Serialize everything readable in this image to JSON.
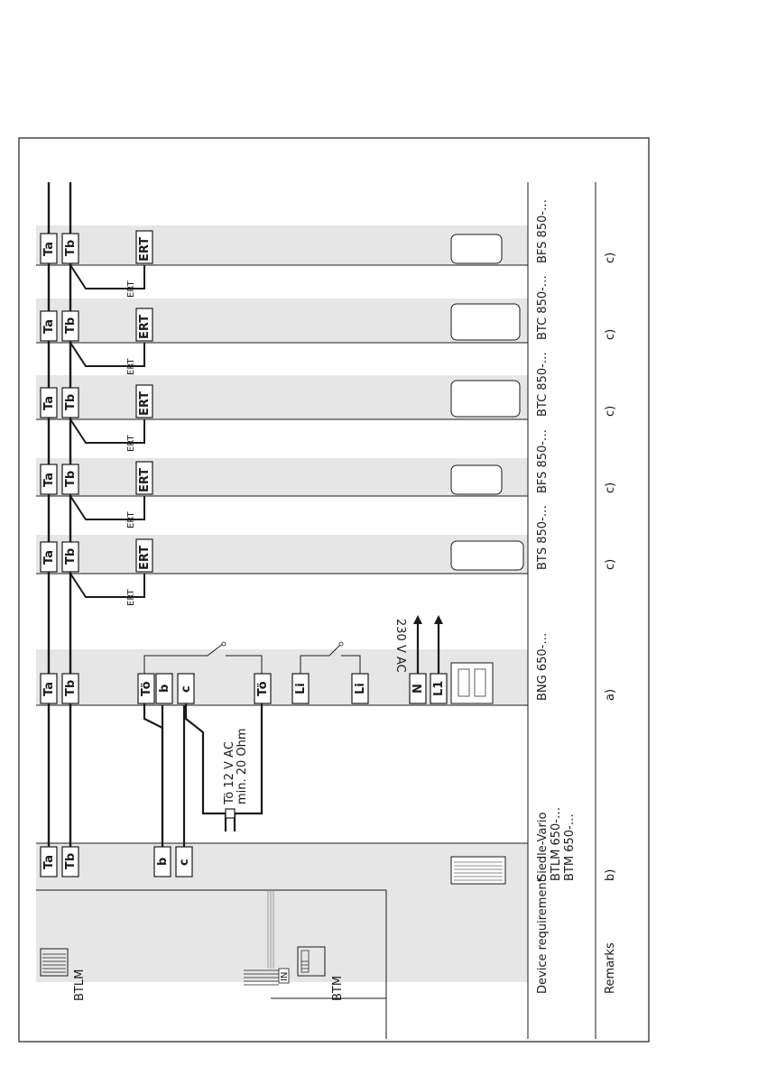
{
  "diagram": {
    "headers": {
      "device_requirement": "Device requirement",
      "remarks": "Remarks"
    },
    "panel_labels": {
      "btlm": "BTLM",
      "btm": "BTM",
      "in": "IN"
    },
    "terminals": {
      "ta": "Ta",
      "tb": "Tb",
      "b": "b",
      "c": "c",
      "to": "Tö",
      "li": "Li",
      "n": "N",
      "l1": "L1",
      "ert": "ERT"
    },
    "annotations": {
      "door_opener": "Tö 12 V AC",
      "door_opener_min": "min. 20 Ohm",
      "mains": "230 V AC",
      "ert_button": "ERT"
    },
    "columns": [
      {
        "device_lines": [
          "Siedle-Vario",
          "BTLM 650-…",
          "BTM 650-…"
        ],
        "remark": "b)"
      },
      {
        "device_lines": [
          "BNG 650-…"
        ],
        "remark": "a)"
      },
      {
        "device_lines": [
          "BTS 850-…"
        ],
        "remark": "c)"
      },
      {
        "device_lines": [
          "BFS 850-…"
        ],
        "remark": "c)"
      },
      {
        "device_lines": [
          "BTC 850-…"
        ],
        "remark": "c)"
      },
      {
        "device_lines": [
          "BTC 850-…"
        ],
        "remark": "c)"
      },
      {
        "device_lines": [
          "BFS 850-…"
        ],
        "remark": "c)"
      }
    ]
  }
}
